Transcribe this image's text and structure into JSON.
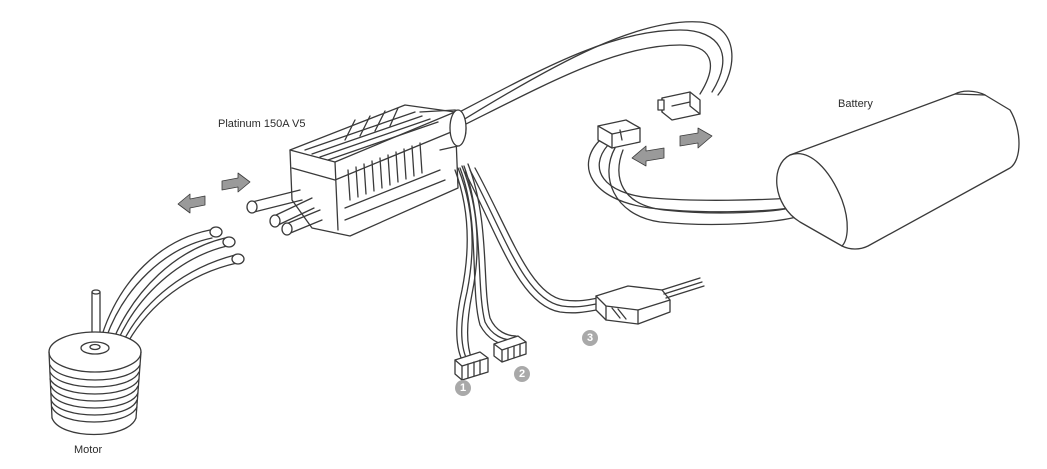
{
  "labels": {
    "esc": "Platinum 150A V5",
    "battery": "Battery",
    "motor": "Motor"
  },
  "callouts": [
    "1",
    "2",
    "3"
  ],
  "colors": {
    "line": "#3a3a3a",
    "arrow_fill": "#9a9a9a",
    "callout": "#a9a9a9"
  }
}
